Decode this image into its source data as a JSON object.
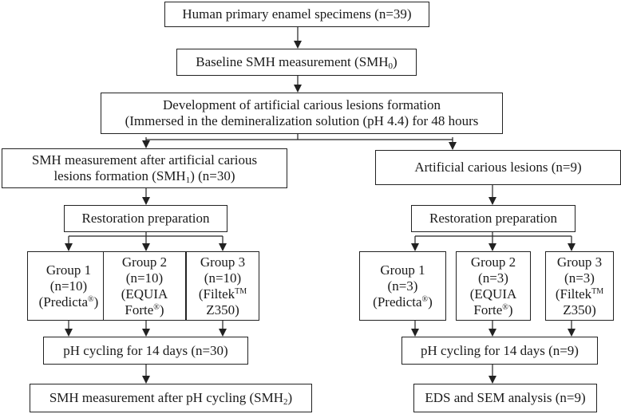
{
  "nodes": {
    "specimens": "Human primary enamel specimens (n=39)",
    "baseline": {
      "text": "Baseline SMH measurement (SMH",
      "sub": "0",
      "end": ")"
    },
    "lesion_dev": {
      "line1": "Development of artificial carious lesions formation",
      "line2": "(Immersed in the demineralization solution (pH 4.4) for 48 hours"
    },
    "left_smh1": {
      "line1": "SMH measurement after artificial carious",
      "line2_pre": "lesions formation (SMH",
      "line2_sub": "1",
      "line2_post": ") (n=30)"
    },
    "right_lesions": "Artificial carious lesions (n=9)",
    "left_prep": "Restoration preparation",
    "right_prep": "Restoration preparation",
    "left_groups": [
      {
        "title": "Group 1",
        "n": "(n=10)",
        "mat1": "(Predicta",
        "mat1_sup": "®",
        "mat1_post": ")",
        "mat2": "",
        "mat2_sup": "",
        "mat2_post": ""
      },
      {
        "title": "Group 2",
        "n": "(n=10)",
        "mat1": "(EQUIA",
        "mat1_sup": "",
        "mat1_post": "",
        "mat2": "Forte",
        "mat2_sup": "®",
        "mat2_post": ")"
      },
      {
        "title": "Group 3",
        "n": "(n=10)",
        "mat1": "(Filtek",
        "mat1_sup": "TM",
        "mat1_post": "",
        "mat2": "Z350)",
        "mat2_sup": "",
        "mat2_post": ""
      }
    ],
    "right_groups": [
      {
        "title": "Group 1",
        "n": "(n=3)",
        "mat1": "(Predicta",
        "mat1_sup": "®",
        "mat1_post": ")",
        "mat2": "",
        "mat2_sup": "",
        "mat2_post": ""
      },
      {
        "title": "Group 2",
        "n": "(n=3)",
        "mat1": "(EQUIA",
        "mat1_sup": "",
        "mat1_post": "",
        "mat2": "Forte",
        "mat2_sup": "®",
        "mat2_post": ")"
      },
      {
        "title": "Group 3",
        "n": "(n=3)",
        "mat1": "(Filtek",
        "mat1_sup": "TM",
        "mat1_post": "",
        "mat2": "Z350)",
        "mat2_sup": "",
        "mat2_post": ""
      }
    ],
    "left_cycling": "pH cycling for 14 days (n=30)",
    "right_cycling": "pH cycling for 14 days (n=9)",
    "left_final": {
      "text": "SMH measurement after pH cycling (SMH",
      "sub": "2",
      "end": ")"
    },
    "right_final": "EDS and SEM analysis (n=9)"
  }
}
